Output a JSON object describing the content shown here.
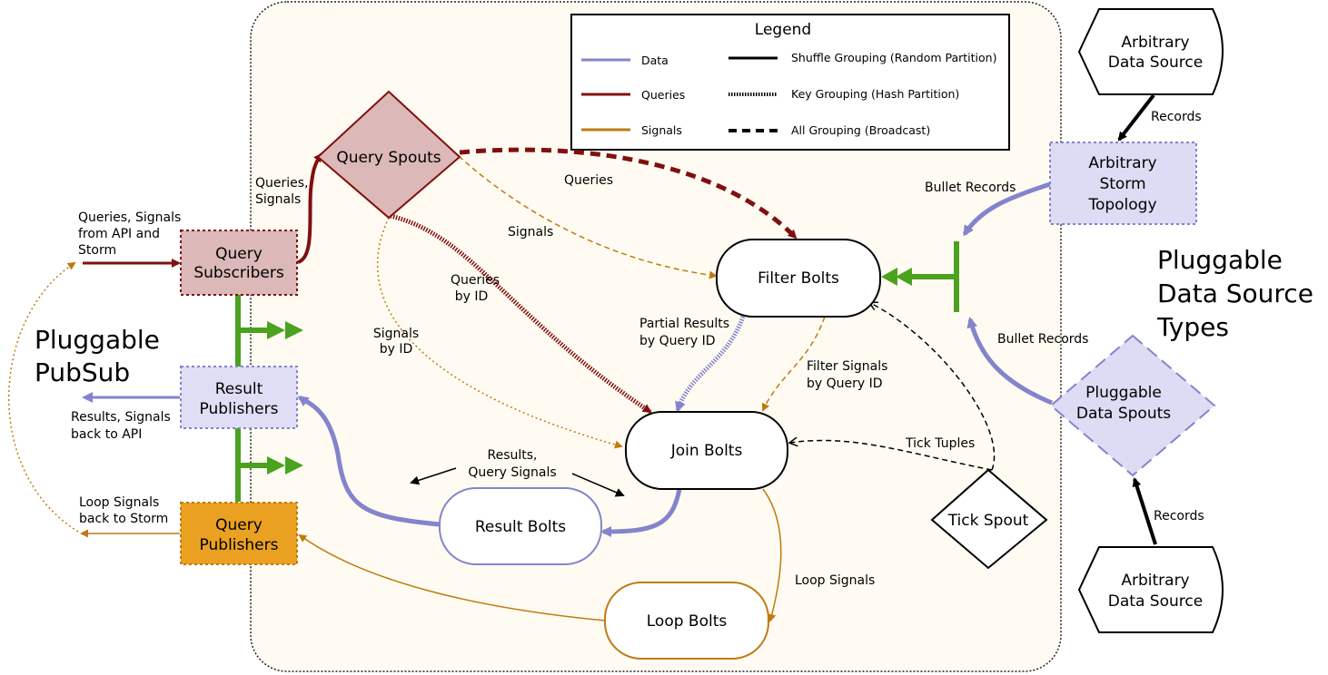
{
  "colors": {
    "data": "#8484cc",
    "queries": "#801010",
    "signals": "#c07a12",
    "grouping": "#000000",
    "pubsub": "#4aa21e",
    "topology_bg": "#fffbf2",
    "query_subscribers_fill": "#dcb8b8",
    "result_publishers_fill": "#e0def5",
    "query_publishers_fill": "#eaa121",
    "data_node_fill": "#dddcf4"
  },
  "legend": {
    "title": "Legend",
    "colors": [
      {
        "label": "Data",
        "color": "#8484cc"
      },
      {
        "label": "Queries",
        "color": "#801010"
      },
      {
        "label": "Signals",
        "color": "#c07a12"
      }
    ],
    "groupings": [
      {
        "label": "Shuffle Grouping (Random Partition)",
        "style": "solid"
      },
      {
        "label": "Key Grouping (Hash Partition)",
        "style": "dotted"
      },
      {
        "label": "All Grouping (Broadcast)",
        "style": "dashed"
      }
    ]
  },
  "nodes": {
    "query_spouts": "Query Spouts",
    "filter_bolts": "Filter Bolts",
    "join_bolts": "Join Bolts",
    "result_bolts": "Result Bolts",
    "loop_bolts": "Loop Bolts",
    "tick_spout": "Tick Spout",
    "query_subscribers": [
      "Query",
      "Subscribers"
    ],
    "result_publishers": [
      "Result",
      "Publishers"
    ],
    "query_publishers": [
      "Query",
      "Publishers"
    ],
    "arbitrary_source_top": [
      "Arbitrary",
      "Data Source"
    ],
    "arbitrary_source_bottom": [
      "Arbitrary",
      "Data Source"
    ],
    "arbitrary_storm_topology": [
      "Arbitrary",
      "Storm",
      "Topology"
    ],
    "pluggable_data_spouts": [
      "Pluggable",
      "Data Spouts"
    ]
  },
  "section_titles": {
    "pubsub": [
      "Pluggable",
      "PubSub"
    ],
    "data_sources": [
      "Pluggable",
      "Data Source",
      "Types"
    ]
  },
  "edge_labels": {
    "queries_signals_api": [
      "Queries, Signals",
      "from API and",
      "Storm"
    ],
    "queries_signals_up": [
      "Queries,",
      "Signals"
    ],
    "queries_to_filter": "Queries",
    "signals_to_filter": "Signals",
    "queries_by_id": [
      "Queries",
      "by ID"
    ],
    "signals_by_id": [
      "Signals",
      "by ID"
    ],
    "partial_results": [
      "Partial Results",
      "by Query ID"
    ],
    "filter_signals": [
      "Filter Signals",
      "by Query ID"
    ],
    "tick_tuples": "Tick Tuples",
    "results_query_signals": [
      "Results,",
      "Query Signals"
    ],
    "results_back": [
      "Results, Signals",
      "back to API"
    ],
    "loop_signals_back": [
      "Loop Signals",
      "back to Storm"
    ],
    "loop_signals": "Loop Signals",
    "bullet_records_top": "Bullet Records",
    "bullet_records_bottom": "Bullet Records",
    "records_top": "Records",
    "records_bottom": "Records"
  }
}
